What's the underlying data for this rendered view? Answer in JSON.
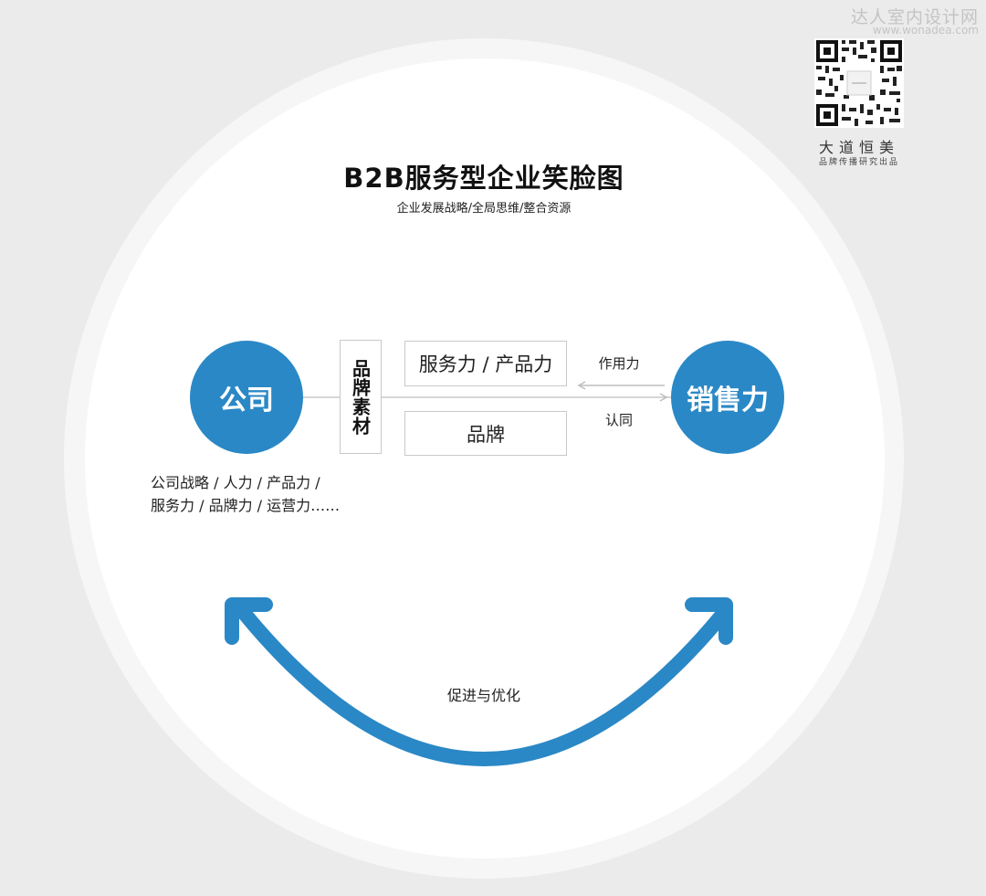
{
  "watermark": {
    "site_name": "达人室内设计网",
    "site_url": "www.wonadea.com"
  },
  "brand_block": {
    "name": "大道恒美",
    "tagline": "品牌传播研究出品",
    "qr_icon": "qr-code-icon"
  },
  "title": "B2B服务型企业笑脸图",
  "subtitle": "企业发展战略/全局思维/整合资源",
  "nodes": {
    "company": "公司",
    "sales": "销售力"
  },
  "brand_material": "品牌素材",
  "boxes": {
    "service": "服务力 / 产品力",
    "brand": "品牌"
  },
  "relations": {
    "effect": "作用力",
    "recognition": "认同"
  },
  "company_desc": [
    "公司战略 / 人力 / 产品力 /",
    "服务力 / 品牌力 / 运营力……"
  ],
  "smile_label": "促进与优化",
  "colors": {
    "accent": "#2a88c6",
    "line": "#c9c9c9",
    "background": "#ebebeb"
  },
  "icons": {
    "arrow": "double-arrow-icon",
    "smile": "curved-arrow-icon"
  }
}
